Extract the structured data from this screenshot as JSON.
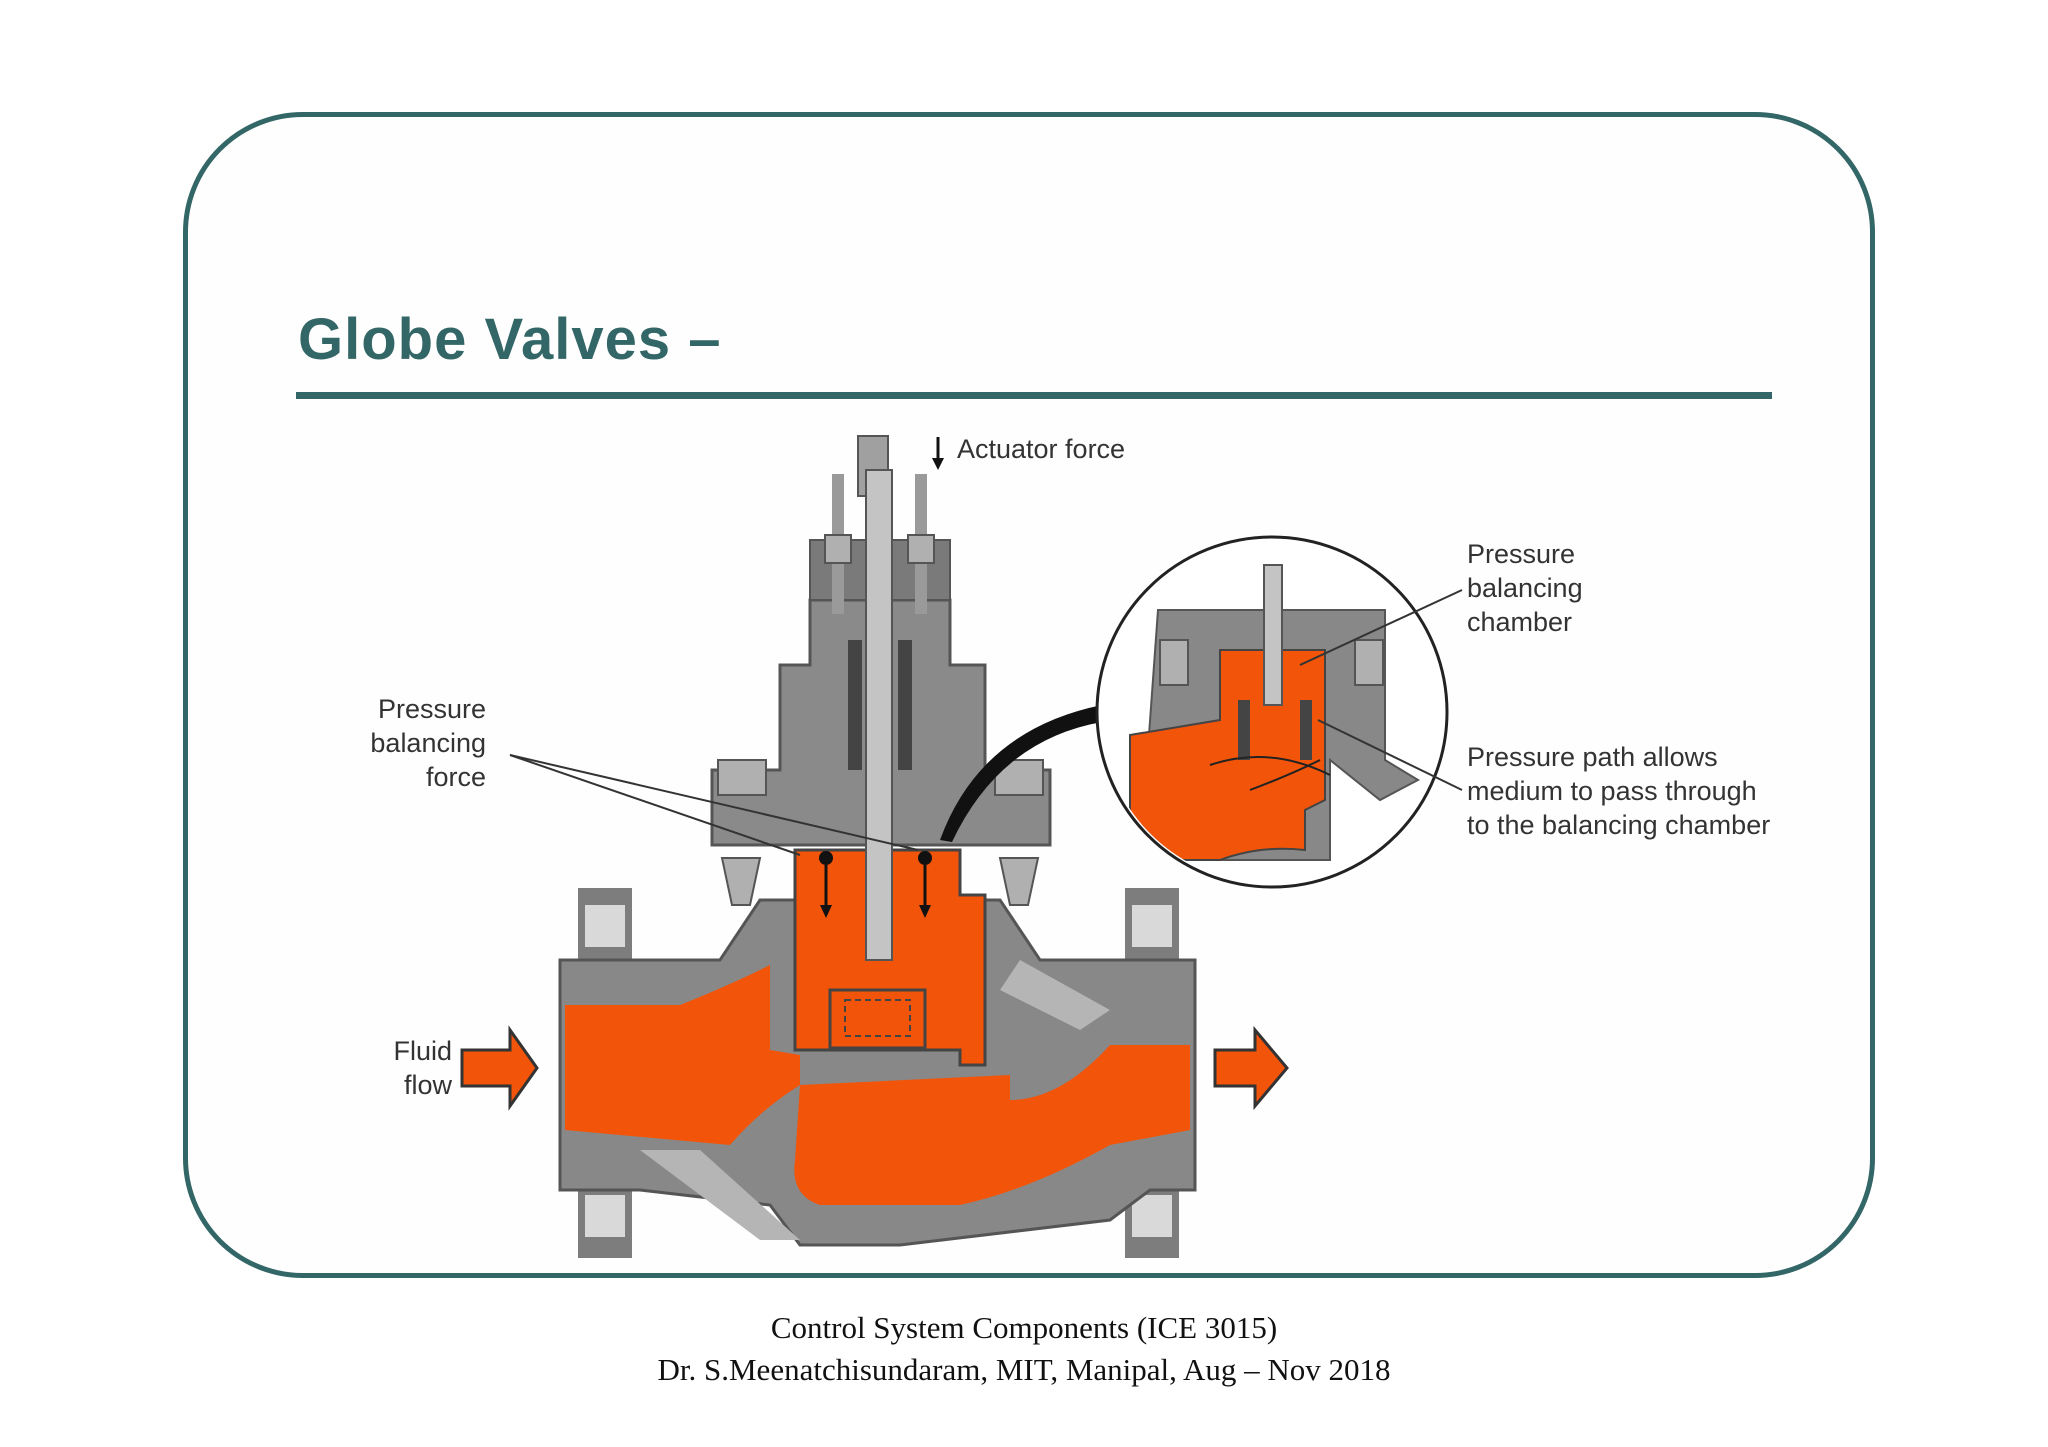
{
  "slide": {
    "title": "Globe Valves –"
  },
  "diagram": {
    "labels": {
      "actuator_force": "Actuator force",
      "pressure_balancing_force": [
        "Pressure",
        "balancing",
        "force"
      ],
      "pressure_balancing_chamber": [
        "Pressure",
        "balancing",
        "chamber"
      ],
      "pressure_path": [
        "Pressure path allows",
        "medium to pass through",
        "to the balancing chamber"
      ],
      "fluid_flow": [
        "Fluid",
        "flow"
      ]
    },
    "colors": {
      "body_gray": "#888888",
      "dark_gray": "#5a5a5a",
      "light_gray": "#b5b5b5",
      "fluid_orange": "#f25409",
      "frame_teal": "#336666"
    }
  },
  "footer": {
    "line1": "Control System Components (ICE 3015)",
    "line2": "Dr. S.Meenatchisundaram, MIT, Manipal, Aug – Nov 2018"
  }
}
